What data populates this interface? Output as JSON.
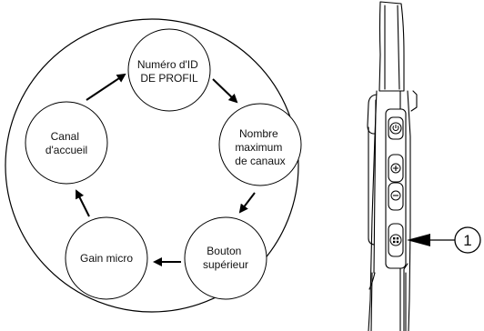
{
  "cycle": {
    "nodes": [
      {
        "id": "profile-id",
        "lines": [
          "Numéro d'ID",
          "DE PROFIL"
        ]
      },
      {
        "id": "max-channels",
        "lines": [
          "Nombre",
          "maximum",
          "de canaux"
        ]
      },
      {
        "id": "top-button",
        "lines": [
          "Bouton",
          "supérieur"
        ]
      },
      {
        "id": "mic-gain",
        "lines": [
          "Gain micro"
        ]
      },
      {
        "id": "home-channel",
        "lines": [
          "Canal",
          "d'accueil"
        ]
      }
    ]
  },
  "device": {
    "callout_label": "1"
  }
}
